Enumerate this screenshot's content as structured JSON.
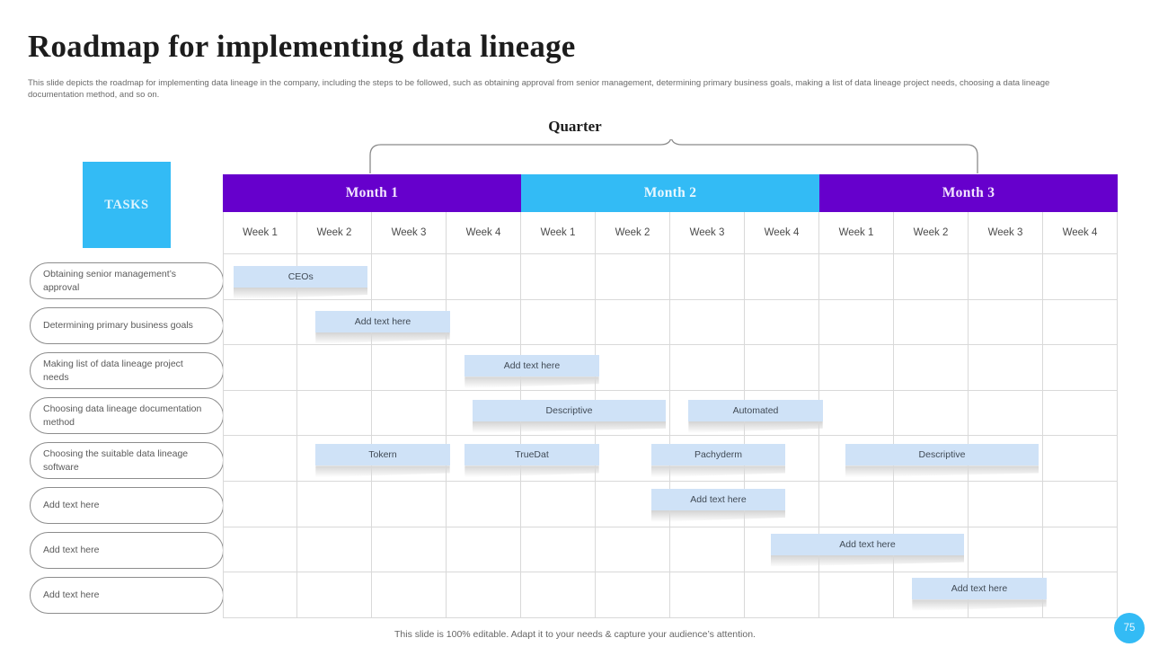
{
  "slide": {
    "title": "Roadmap for implementing data lineage",
    "subtitle": "This slide depicts the roadmap for implementing data lineage in the company, including the steps to be followed, such as obtaining approval from senior management, determining primary business goals,  making a list of data lineage project needs, choosing a data lineage documentation method, and so on.",
    "footer_note": "This slide is 100% editable. Adapt it to your needs & capture your audience’s attention.",
    "page_number": "75"
  },
  "colors": {
    "purple": "#6600cc",
    "cyan": "#33bbf5",
    "bar_fill": "#cfe2f7",
    "grid_line": "#d9d9d9",
    "bottom_rule": "#4b1b4b"
  },
  "tasks_header": {
    "label": "TASKS"
  },
  "quarter": {
    "label": "Quarter"
  },
  "months": [
    {
      "label": "Month 1",
      "color": "purple"
    },
    {
      "label": "Month 2",
      "color": "cyan"
    },
    {
      "label": "Month 3",
      "color": "purple"
    }
  ],
  "weeks": [
    "Week 1",
    "Week 2",
    "Week 3",
    "Week 4",
    "Week 1",
    "Week 2",
    "Week 3",
    "Week 4",
    "Week 1",
    "Week 2",
    "Week 3",
    "Week 4"
  ],
  "tasks": [
    {
      "label": "Obtaining senior management’s approval"
    },
    {
      "label": "Determining primary business goals"
    },
    {
      "label": "Making list of data lineage project needs"
    },
    {
      "label": "Choosing data lineage documentation method"
    },
    {
      "label": "Choosing the suitable data lineage software"
    },
    {
      "label": "Add text here"
    },
    {
      "label": "Add text here"
    },
    {
      "label": "Add text here"
    }
  ],
  "chart_data": {
    "type": "bar",
    "title": "Roadmap for implementing data lineage",
    "xlabel": "Quarter",
    "ylabel": "TASKS",
    "categories": [
      "Week 1",
      "Week 2",
      "Week 3",
      "Week 4",
      "Week 1",
      "Week 2",
      "Week 3",
      "Week 4",
      "Week 1",
      "Week 2",
      "Week 3",
      "Week 4"
    ],
    "groups": [
      "Month 1",
      "Month 2",
      "Month 3"
    ],
    "bars": [
      {
        "row": 0,
        "task": "Obtaining senior management’s approval",
        "label": "CEOs",
        "start_week": 0,
        "span": 1.8
      },
      {
        "row": 1,
        "task": "Determining primary business goals",
        "label": "Add text here",
        "start_week": 1.1,
        "span": 1.8
      },
      {
        "row": 2,
        "task": "Making list of data lineage project needs",
        "label": "Add text here",
        "start_week": 3.1,
        "span": 1.8
      },
      {
        "row": 3,
        "task": "Choosing data lineage documentation method",
        "label": "Descriptive",
        "start_week": 3.2,
        "span": 2.6
      },
      {
        "row": 3,
        "task": "Choosing data lineage documentation method",
        "label": "Automated",
        "start_week": 6.1,
        "span": 1.8
      },
      {
        "row": 4,
        "task": "Choosing the suitable data lineage software",
        "label": "Tokern",
        "start_week": 1.1,
        "span": 1.8
      },
      {
        "row": 4,
        "task": "Choosing the suitable data lineage software",
        "label": "TrueDat",
        "start_week": 3.1,
        "span": 1.8
      },
      {
        "row": 4,
        "task": "Choosing the suitable data lineage software",
        "label": "Pachyderm",
        "start_week": 5.6,
        "span": 1.8
      },
      {
        "row": 4,
        "task": "Choosing the suitable data lineage software",
        "label": "Descriptive",
        "start_week": 8.2,
        "span": 2.6
      },
      {
        "row": 5,
        "task": "Add text here",
        "label": "Add text here",
        "start_week": 5.6,
        "span": 1.8
      },
      {
        "row": 6,
        "task": "Add text here",
        "label": "Add text here",
        "start_week": 7.2,
        "span": 2.6
      },
      {
        "row": 7,
        "task": "Add text here",
        "label": "Add text here",
        "start_week": 9.1,
        "span": 1.8
      }
    ]
  }
}
